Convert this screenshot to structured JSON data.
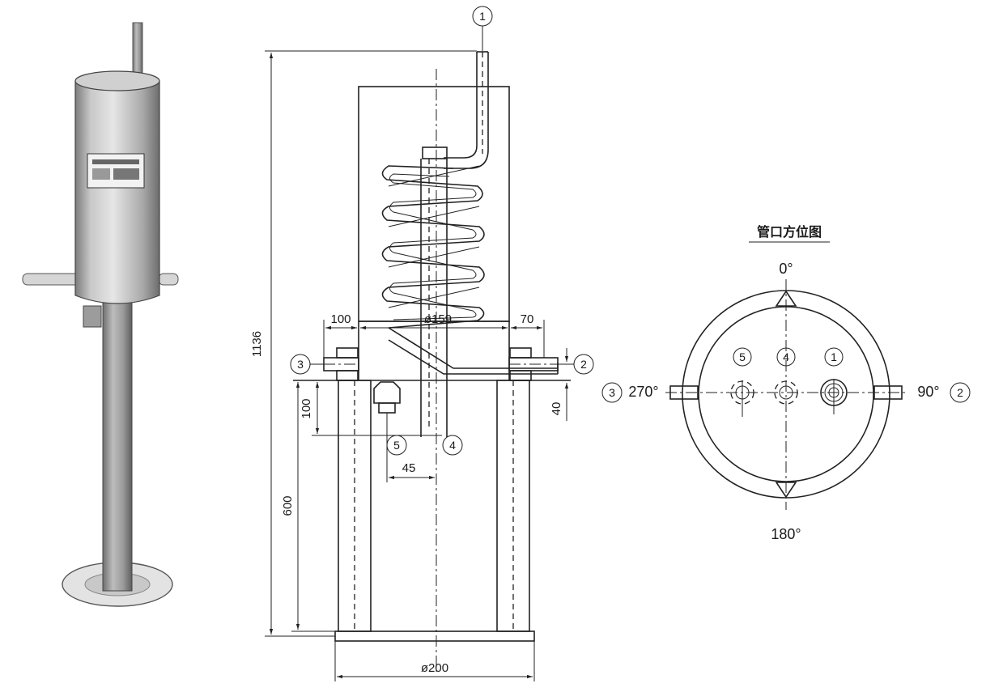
{
  "dimensions": {
    "total_height": "1136",
    "flange_left": "100",
    "body_diameter": "ø159",
    "flange_right": "70",
    "nozzle_height": "100",
    "nozzle_offset": "45",
    "side_offset": "40",
    "leg_height": "600",
    "base_diameter": "ø200"
  },
  "nozzles": [
    "1",
    "2",
    "3",
    "4",
    "5"
  ],
  "orientation": {
    "title": "管口方位图",
    "angle_top": "0°",
    "angle_right": "90°",
    "angle_bottom": "180°",
    "angle_left": "270°"
  },
  "colors": {
    "line": "#222222",
    "metal_light": "#d9d9d9",
    "metal_dark": "#8a8a8a"
  }
}
